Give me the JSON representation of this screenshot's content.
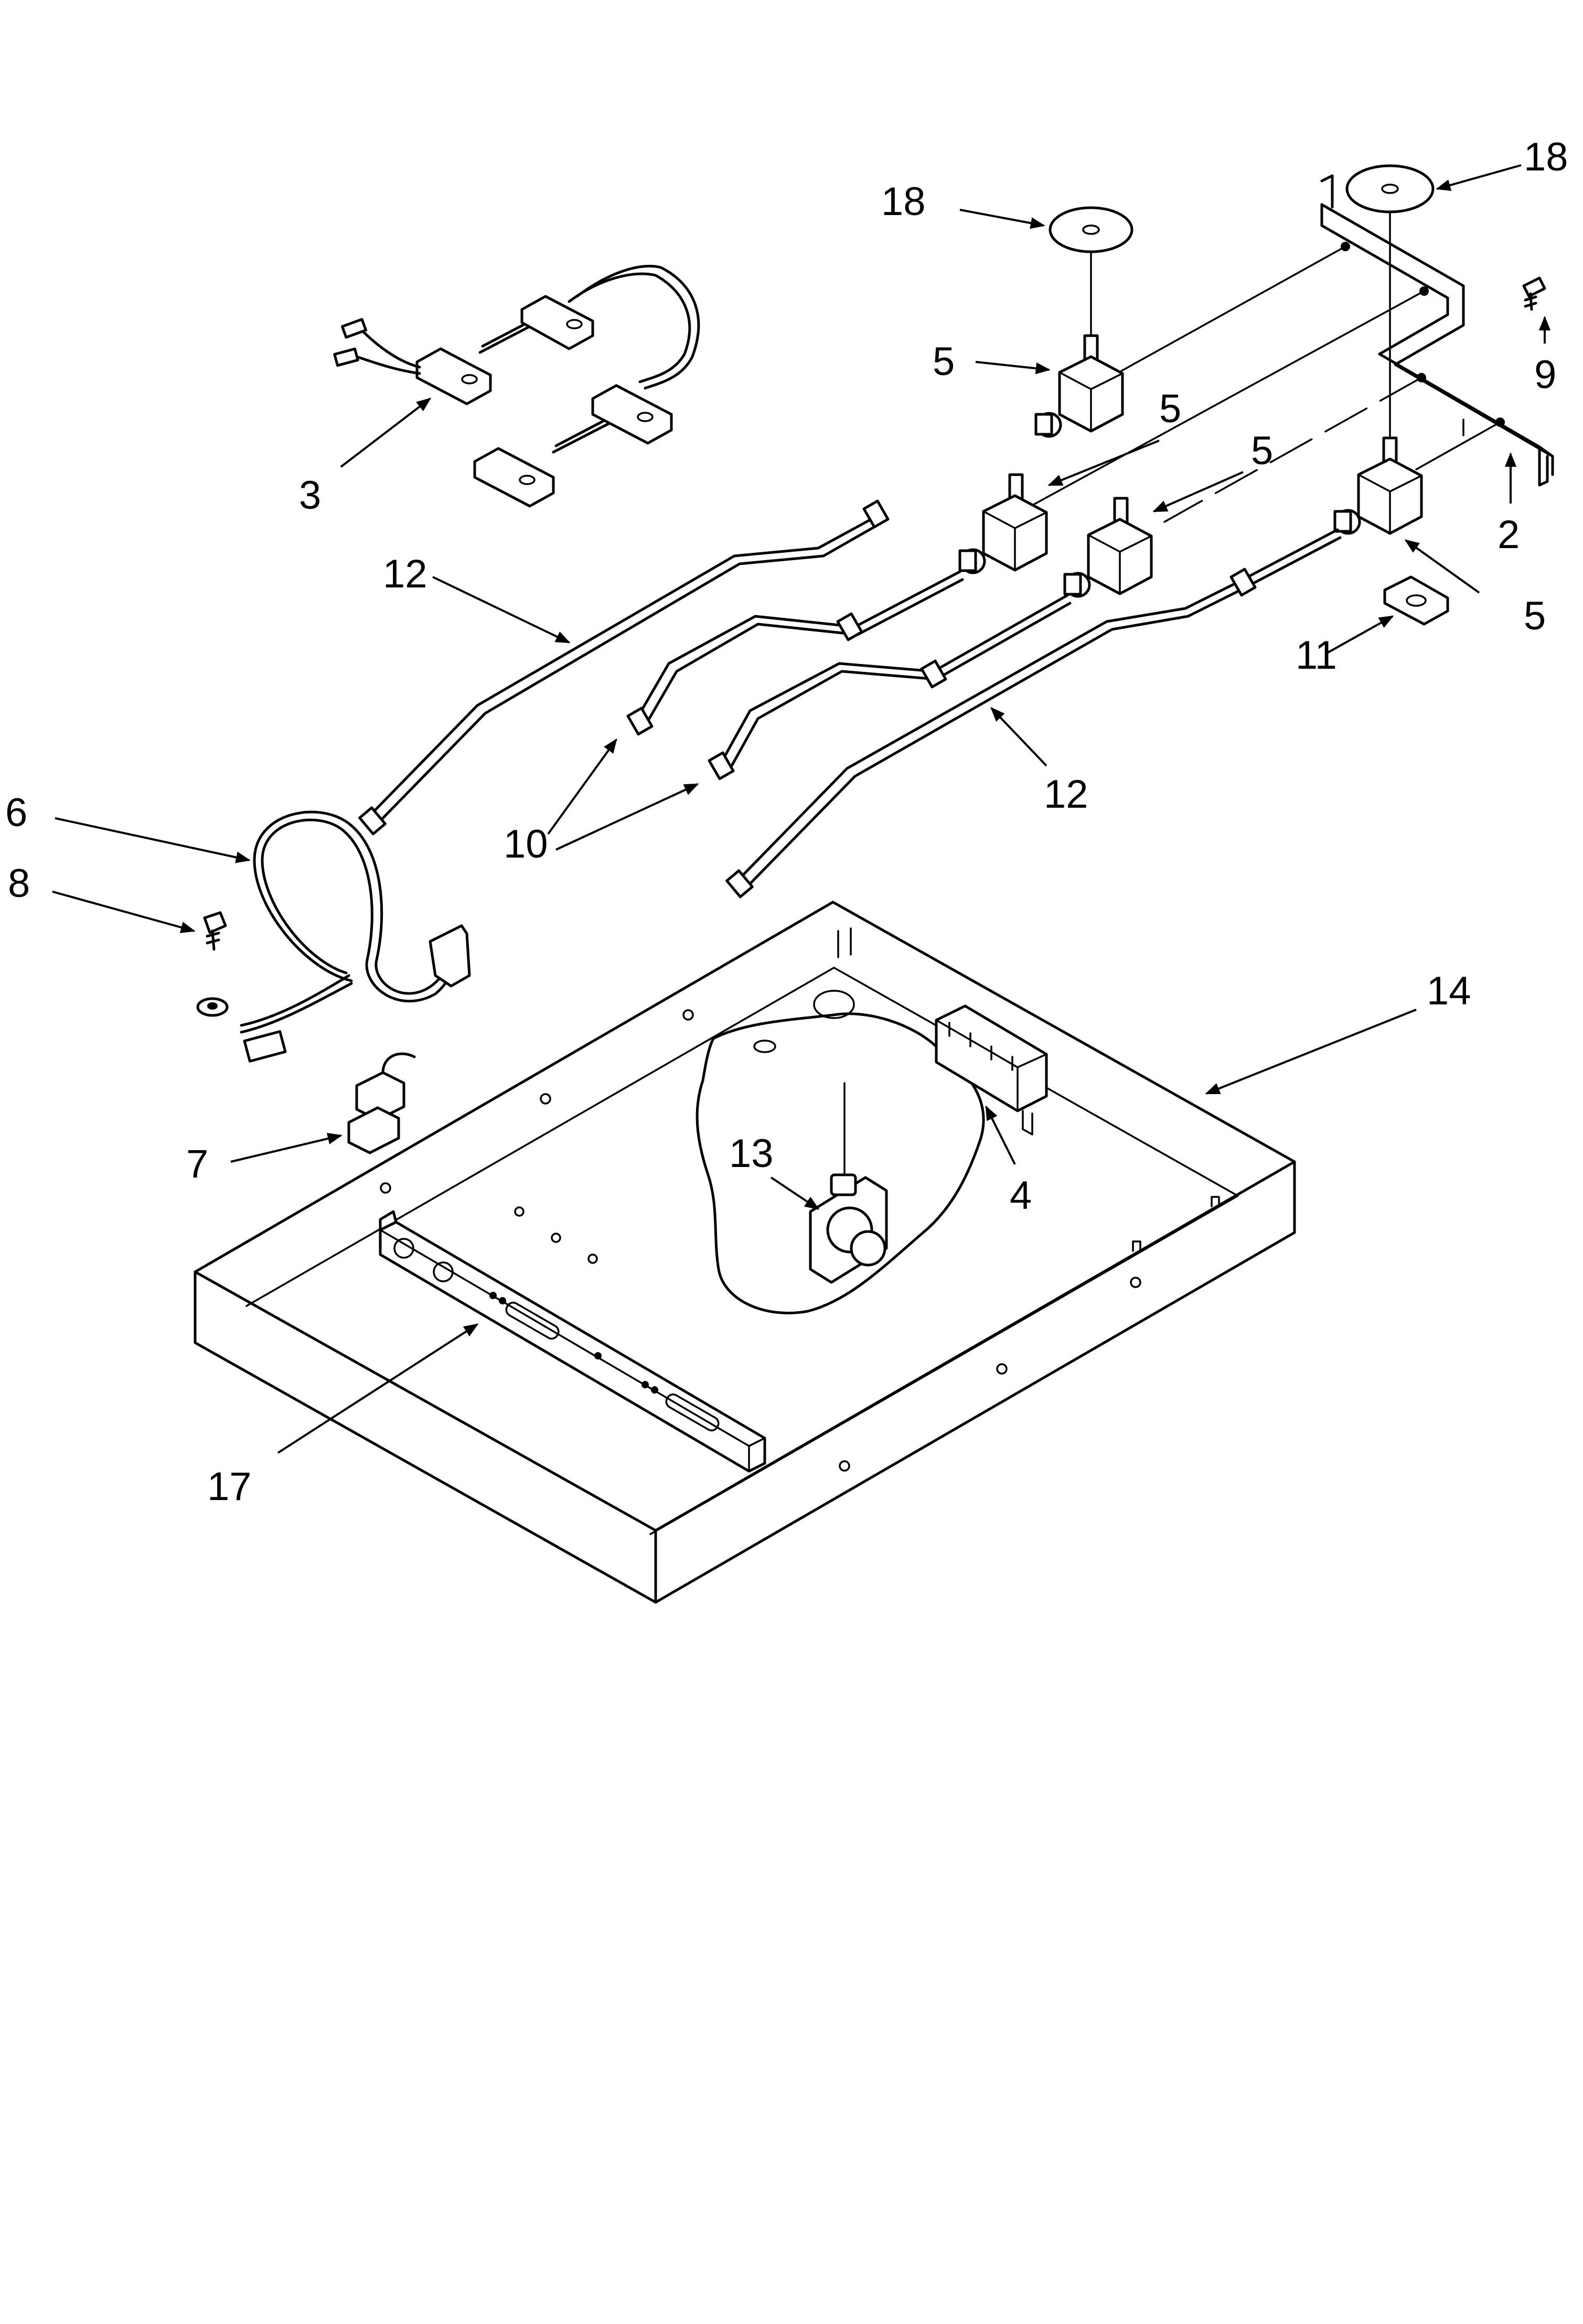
{
  "diagram": {
    "callouts": [
      {
        "id": "c18a",
        "text": "18"
      },
      {
        "id": "c18b",
        "text": "18"
      },
      {
        "id": "c5a",
        "text": "5"
      },
      {
        "id": "c5b",
        "text": "5"
      },
      {
        "id": "c5c",
        "text": "5"
      },
      {
        "id": "c5d",
        "text": "5"
      },
      {
        "id": "c3",
        "text": "3"
      },
      {
        "id": "c9",
        "text": "9"
      },
      {
        "id": "c2",
        "text": "2"
      },
      {
        "id": "c12a",
        "text": "12"
      },
      {
        "id": "c12b",
        "text": "12"
      },
      {
        "id": "c11",
        "text": "11"
      },
      {
        "id": "c6",
        "text": "6"
      },
      {
        "id": "c8",
        "text": "8"
      },
      {
        "id": "c10",
        "text": "10"
      },
      {
        "id": "c14",
        "text": "14"
      },
      {
        "id": "c13",
        "text": "13"
      },
      {
        "id": "c4",
        "text": "4"
      },
      {
        "id": "c7",
        "text": "7"
      },
      {
        "id": "c17",
        "text": "17"
      }
    ]
  }
}
